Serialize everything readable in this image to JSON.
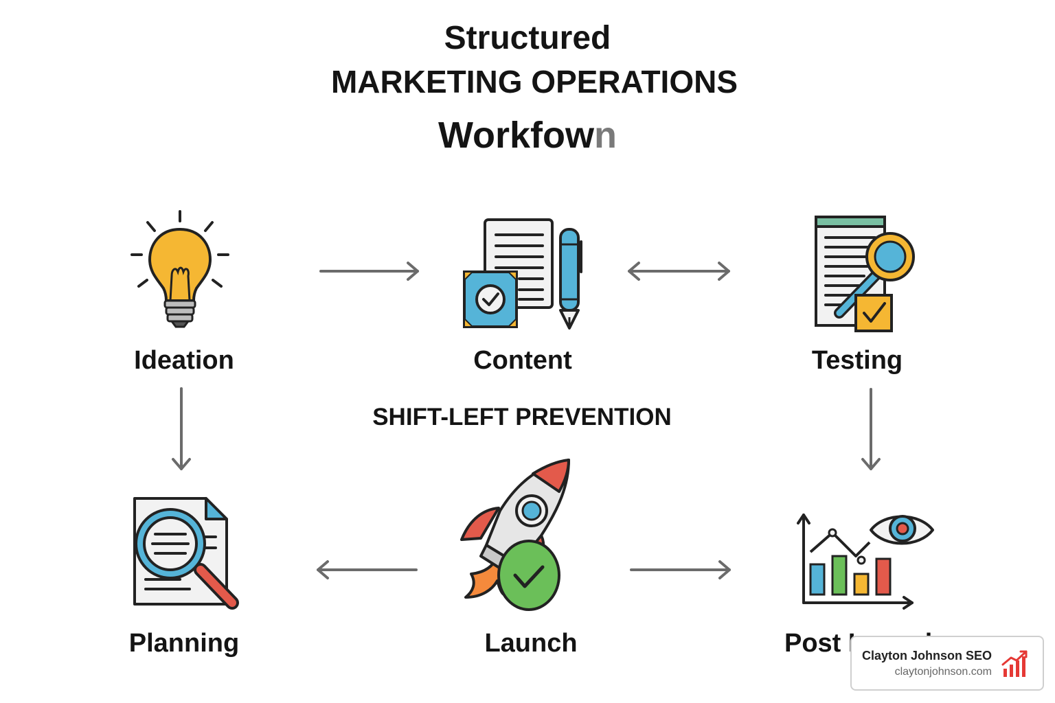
{
  "title": {
    "line1": "Structured",
    "line2": "MARKETING OPERATIONS",
    "line3_main": "Workfow",
    "line3_faded": "n"
  },
  "stages": {
    "ideation": "Ideation",
    "content": "Content",
    "testing": "Testing",
    "planning": "Planning",
    "launch": "Launch",
    "post_launch": "Post Launch"
  },
  "center_label": "SHIFT-LEFT PREVENTION",
  "badge": {
    "name": "Clayton Johnson SEO",
    "url": "claytonjohnson.com"
  },
  "colors": {
    "arrow": "#6b6b6b",
    "yellow": "#f5b733",
    "blue": "#55b4d8",
    "green": "#6bbf59",
    "red": "#e35a4b",
    "teal_header": "#79bfa2",
    "logo_red": "#e53935"
  },
  "icons": {
    "ideation": "lightbulb-icon",
    "content": "document-pen-icon",
    "testing": "checklist-magnifier-icon",
    "planning": "document-search-icon",
    "launch": "rocket-check-icon",
    "post_launch": "chart-eye-icon"
  }
}
